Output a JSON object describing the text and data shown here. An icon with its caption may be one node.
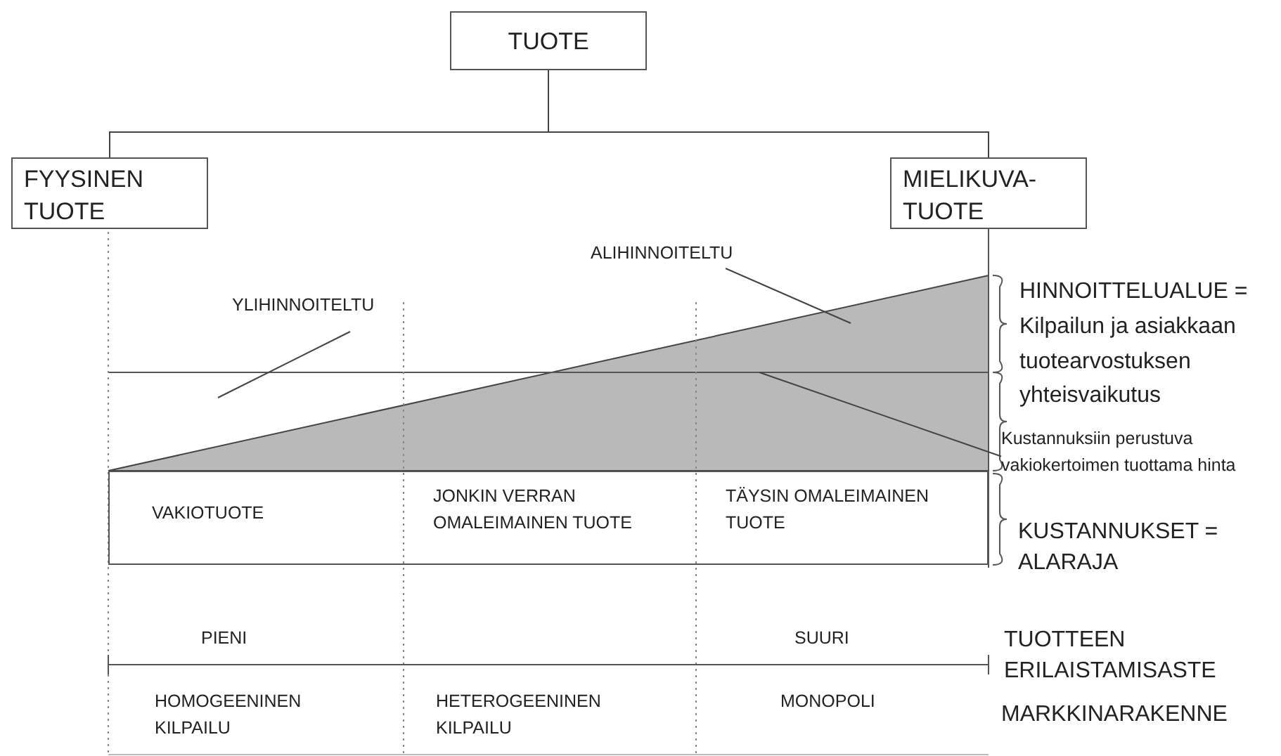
{
  "diagram": {
    "nodes": [
      {
        "text": [
          "TUOTE"
        ]
      },
      {
        "text": [
          "FYYSINEN TUOTE"
        ]
      },
      {
        "text": [
          "MIELIKUVA-TUOTE"
        ]
      },
      {
        "text": [
          "ALIHINNOITELTU"
        ]
      },
      {
        "text": [
          "YLIHINNOITELTU"
        ]
      },
      {
        "text": [
          "Kustannuksiin perustuva vakiokertoimen tuottama hinta"
        ]
      },
      {
        "text": [
          "VAKIOTUOTE",
          "JONKIN VERRAN OMALEIMAINEN TUOTE",
          "TÄYSIN OMALEIMAINEN TUOTE"
        ]
      }
    ],
    "edges": [
      {
        "from": 0,
        "to": 1,
        "arrow": "none"
      },
      {
        "from": 0,
        "to": 2,
        "arrow": "none"
      },
      {
        "from": 3,
        "to": null,
        "arrow": "none"
      },
      {
        "from": 4,
        "to": null,
        "arrow": "none"
      },
      {
        "from": 5,
        "to": null,
        "arrow": "none"
      }
    ],
    "labels": [
      "HINNOITTELUALUE = Kilpailun ja asiakkaan tuotearvostuksen yhteisvaikutus",
      "KUSTANNUKSET = ALARAJA",
      "PIENI",
      "SUURI",
      "TUOTTEEN ERILAISTAMISASTE",
      "HOMOGEENINEN KILPAILU",
      "HETEROGEENINEN KILPAILU",
      "MONOPOLI",
      "MARKKINARAKENNE"
    ]
  }
}
